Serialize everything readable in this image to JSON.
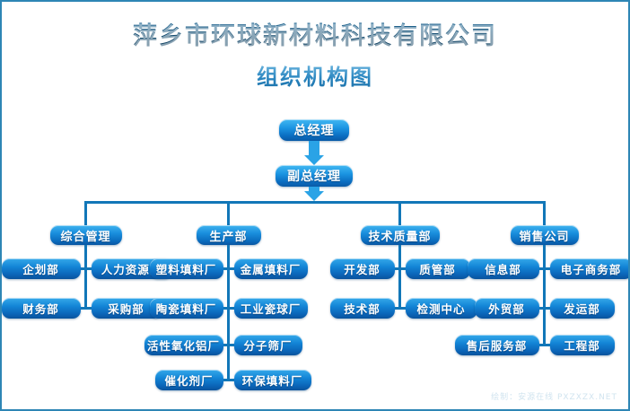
{
  "header": {
    "company_title": "萍乡市环球新材料科技有限公司",
    "chart_title": "组织机构图"
  },
  "colors": {
    "frame_border": "#2e86b5",
    "title_text": "#124a6e",
    "subtitle_text": "#2b86c0",
    "connector": "#1277b8",
    "arrow": "#2aa3e6",
    "node_top": "#1a92e0",
    "node_bottom": "#0a5ba8",
    "canvas": "#ffffff"
  },
  "top": {
    "general_manager": "总经理",
    "deputy_general_manager": "副总经理"
  },
  "departments": [
    {
      "id": "admin",
      "head": "综合管理",
      "rows": [
        {
          "left": "企划部",
          "right": "人力资源部"
        },
        {
          "left": "财务部",
          "right": "采购部"
        }
      ]
    },
    {
      "id": "production",
      "head": "生产部",
      "rows": [
        {
          "left": "塑料填料厂",
          "right": "金属填料厂"
        },
        {
          "left": "陶瓷填料厂",
          "right": "工业瓷球厂"
        },
        {
          "left": "活性氧化铝厂",
          "right": "分子筛厂"
        },
        {
          "left": "催化剂厂",
          "right": "环保填料厂"
        }
      ]
    },
    {
      "id": "technical",
      "head": "技术质量部",
      "rows": [
        {
          "left": "开发部",
          "right": "质管部"
        },
        {
          "left": "技术部",
          "right": "检测中心"
        }
      ]
    },
    {
      "id": "sales",
      "head": "销售公司",
      "rows": [
        {
          "left": "信息部",
          "right": "电子商务部"
        },
        {
          "left": "外贸部",
          "right": "发运部"
        },
        {
          "left": "售后服务部",
          "right": "工程部"
        }
      ]
    }
  ],
  "watermark": "绘制：安源在线 PXZXZX.NET"
}
